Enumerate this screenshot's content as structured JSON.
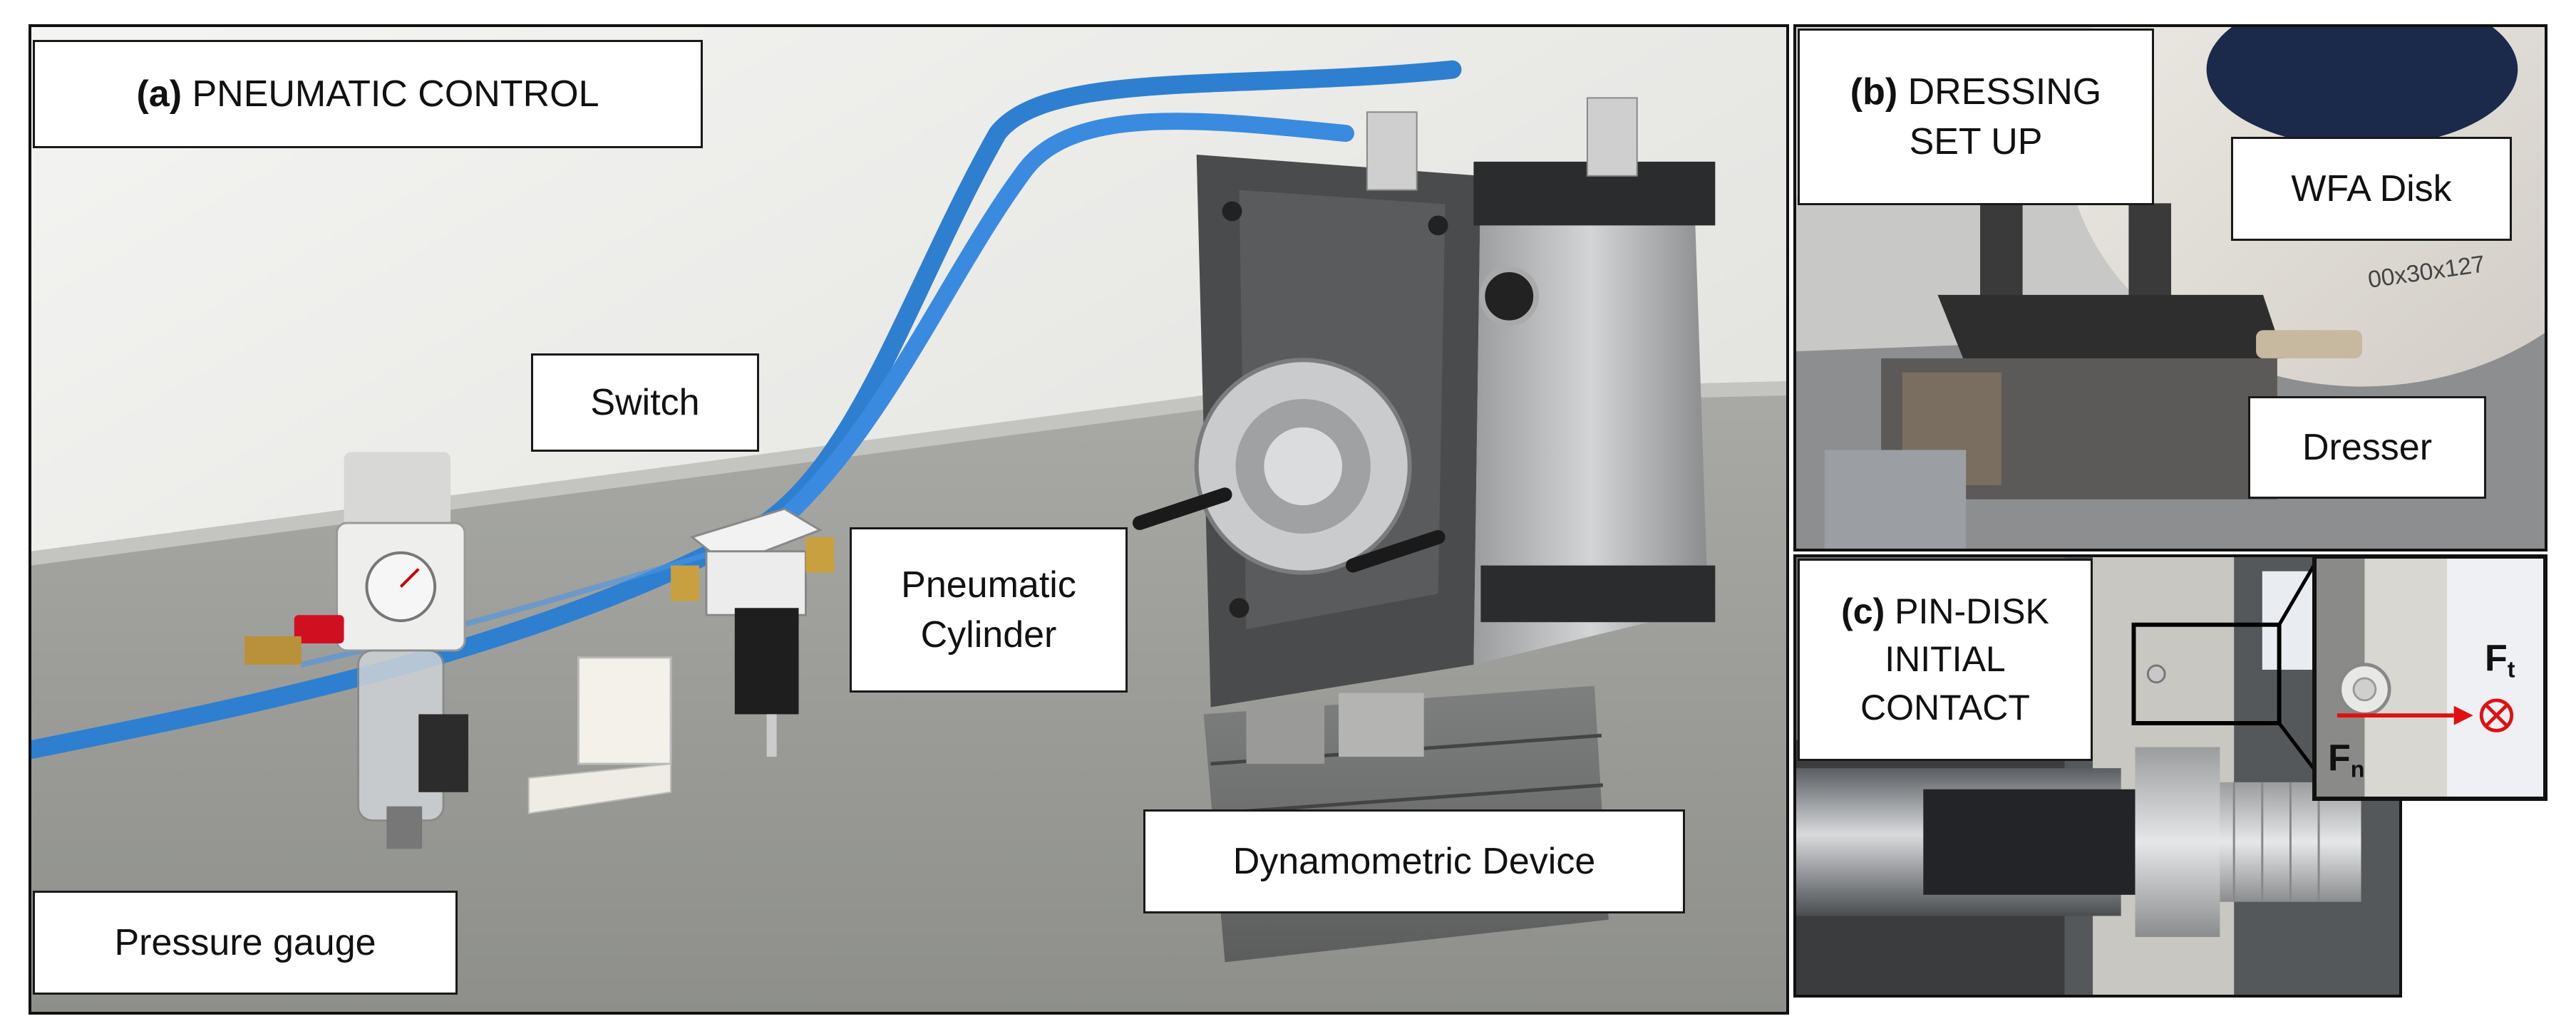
{
  "panel_a": {
    "caption_letter": "(a)",
    "caption_text": " PNEUMATIC CONTROL",
    "labels": {
      "switch": "Switch",
      "pneumatic_cylinder_line1": "Pneumatic",
      "pneumatic_cylinder_line2": "Cylinder",
      "pressure_gauge": "Pressure gauge",
      "dynamometric_device": "Dynamometric Device"
    }
  },
  "panel_b": {
    "caption_letter": "(b)",
    "caption_line1": " DRESSING",
    "caption_line2": "SET UP",
    "labels": {
      "wfa_disk": "WFA Disk",
      "dresser": "Dresser",
      "disk_marking": "00x30x127"
    }
  },
  "panel_c": {
    "caption_letter": "(c)",
    "caption_line1": " PIN-DISK",
    "caption_line2": "INITIAL",
    "caption_line3": "CONTACT",
    "forces": {
      "ft_base": "F",
      "ft_sub": "t",
      "fn_base": "F",
      "fn_sub": "n"
    }
  },
  "colors": {
    "hose_blue": "#2f7fd1",
    "arrow_red": "#e01010",
    "frame": "#111111"
  }
}
